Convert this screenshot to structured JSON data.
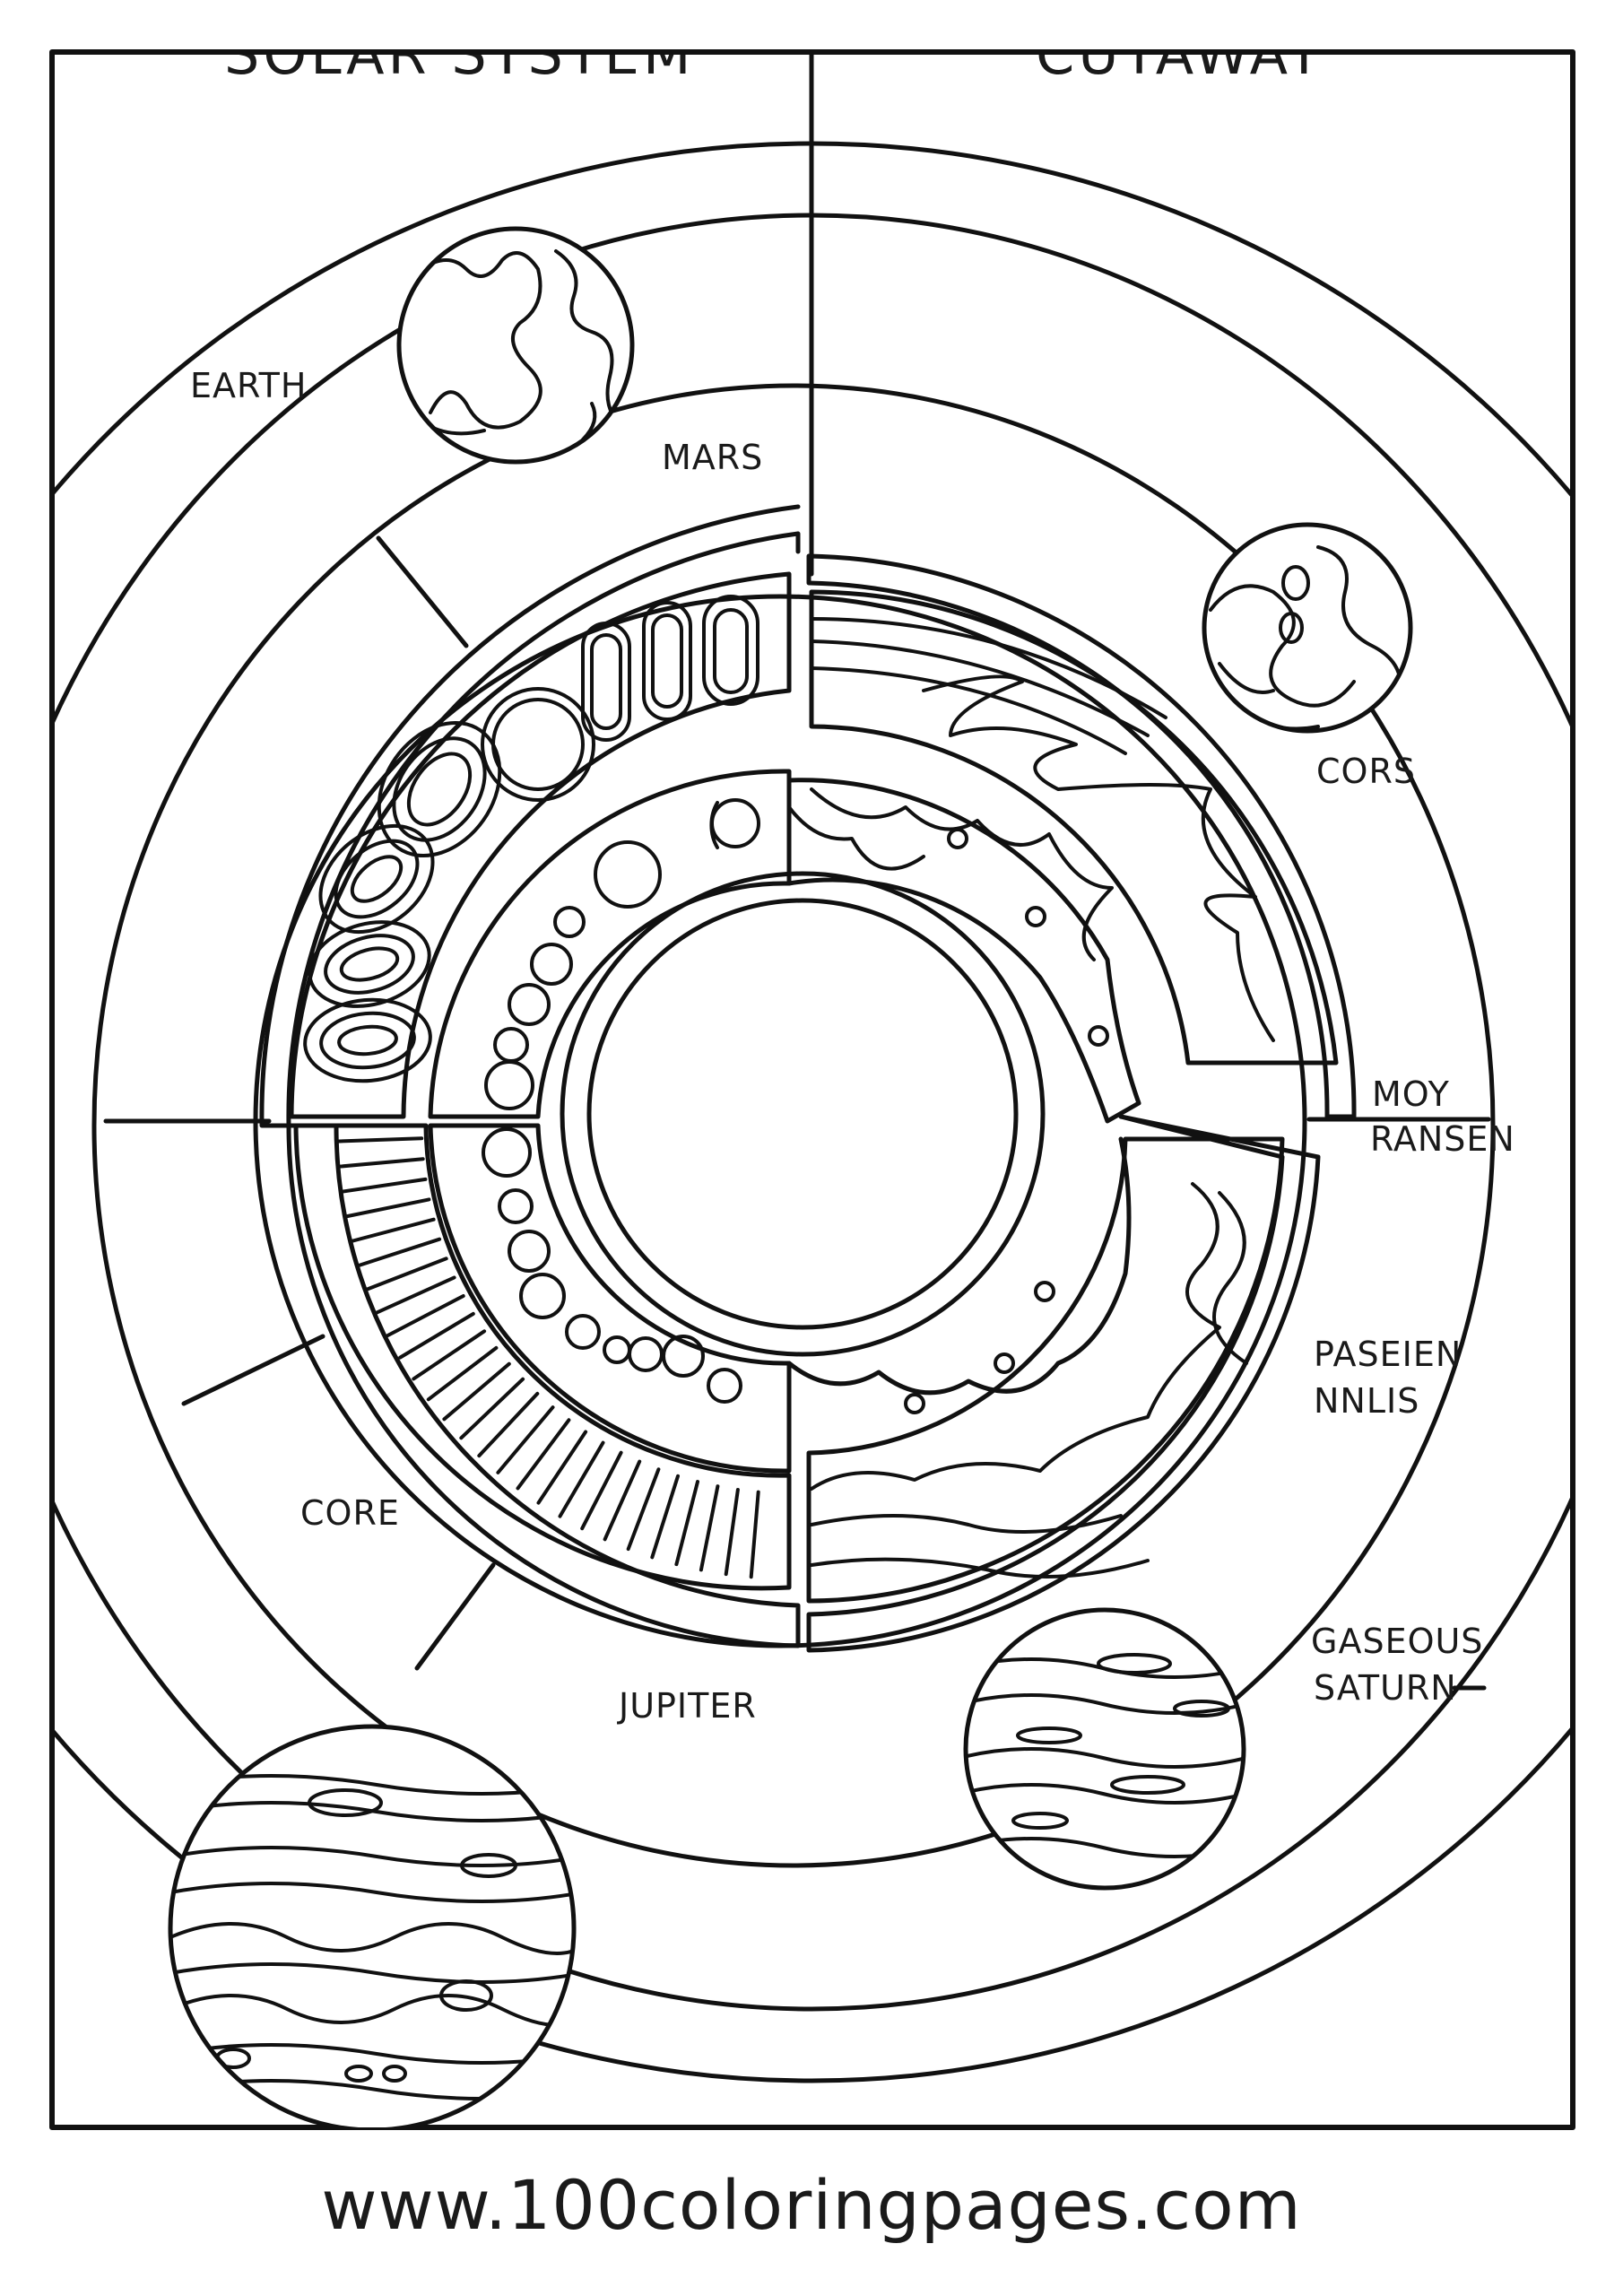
{
  "title": {
    "left": "SOLAR SYSTEM",
    "right": "CUTAWAY"
  },
  "labels": {
    "earth": "EARTH",
    "mars": "MARS",
    "cors": "CORS",
    "moy": "MOY",
    "ransen": "RANSEN",
    "paseien": "PASEIEN",
    "nnlis": "NNLIS",
    "core": "CORE",
    "jupiter": "JUPITER",
    "gaseous": "GASEOUS",
    "saturn": "SATURN"
  },
  "footer": {
    "url": "www.100coloringpages.com"
  }
}
